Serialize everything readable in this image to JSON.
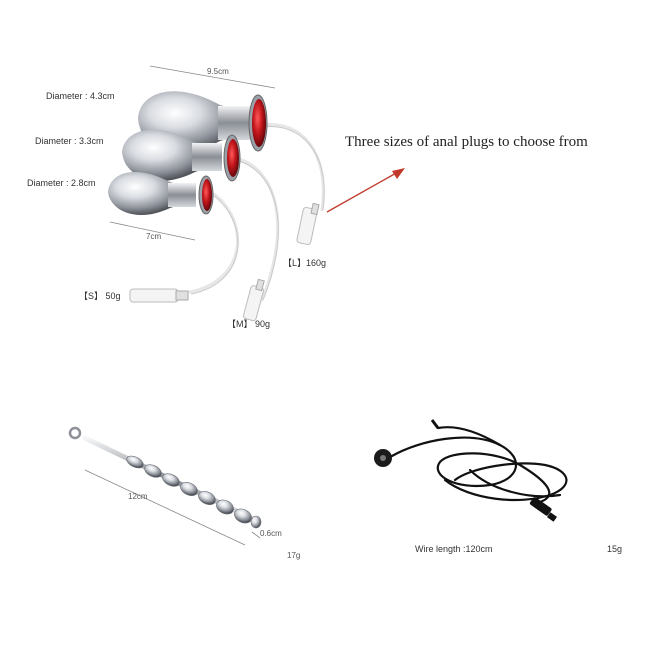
{
  "plugs": {
    "dim_length": "9.5cm",
    "diameter_large": "Diameter : 4.3cm",
    "diameter_medium": "Diameter : 3.3cm",
    "diameter_small": "Diameter : 2.8cm",
    "dim_small_length": "7cm",
    "weight_large": "【L】160g",
    "weight_medium": "【M】 90g",
    "weight_small": "【S】 50g",
    "headline": "Three sizes of anal plugs to choose from"
  },
  "sound": {
    "length": "12cm",
    "diameter": "0.6cm",
    "weight": "17g"
  },
  "cable": {
    "wire_length": "Wire length :120cm",
    "weight": "15g"
  },
  "colors": {
    "accent_arrow": "#c0392b",
    "gem_red": "#c0151b",
    "metal": "#b8bcc4",
    "cable": "#111111"
  }
}
